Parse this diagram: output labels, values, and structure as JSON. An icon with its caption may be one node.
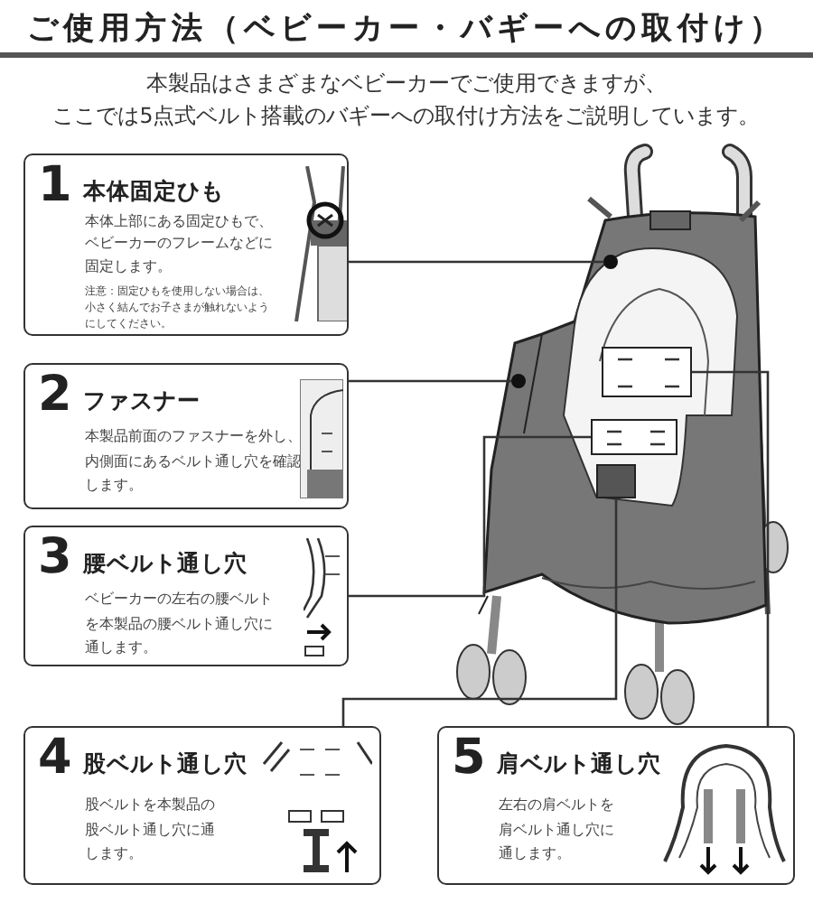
{
  "diagram": {
    "title": "ご使用方法（ベビーカー・バギーへの取付け）",
    "nodes": [
      {
        "text": [
          "1",
          "本体固定ひも",
          "本体上部にある固定ひもで、ベビーカーのフレームなどに固定します。",
          "注意：固定ひもを使用しない場合は、小さく結んでお子さまが触れないようにしてください。"
        ]
      },
      {
        "text": [
          "2",
          "ファスナー",
          "本製品前面のファスナーを外し、内側面にあるベルト通し穴を確認します。"
        ]
      },
      {
        "text": [
          "3",
          "腰ベルト通し穴",
          "ベビーカーの左右の腰ベルトを本製品の腰ベルト通し穴に通します。"
        ]
      },
      {
        "text": [
          "4",
          "股ベルト通し穴",
          "股ベルトを本製品の股ベルト通し穴に通します。"
        ]
      },
      {
        "text": [
          "5",
          "肩ベルト通し穴",
          "左右の肩ベルトを肩ベルト通し穴に通します。"
        ]
      },
      {
        "text": [],
        "shape": "circle"
      },
      {
        "text": [],
        "shape": "circle"
      },
      {
        "text": [],
        "shape": "box"
      },
      {
        "text": [],
        "shape": "box"
      },
      {
        "text": [],
        "shape": "box"
      }
    ],
    "edges": [
      {
        "from": 0,
        "to": 5,
        "arrow": "none"
      },
      {
        "from": 1,
        "to": 6,
        "arrow": "none"
      },
      {
        "from": 2,
        "to": 8,
        "arrow": "none"
      },
      {
        "from": 3,
        "to": 9,
        "arrow": "none"
      },
      {
        "from": 4,
        "to": 7,
        "arrow": "none"
      }
    ],
    "labels": [
      "本製品はさまざまなベビーカーでご使用できますが、ここでは5点式ベルト搭載のバギーへの取付け方法をご説明しています。"
    ]
  }
}
